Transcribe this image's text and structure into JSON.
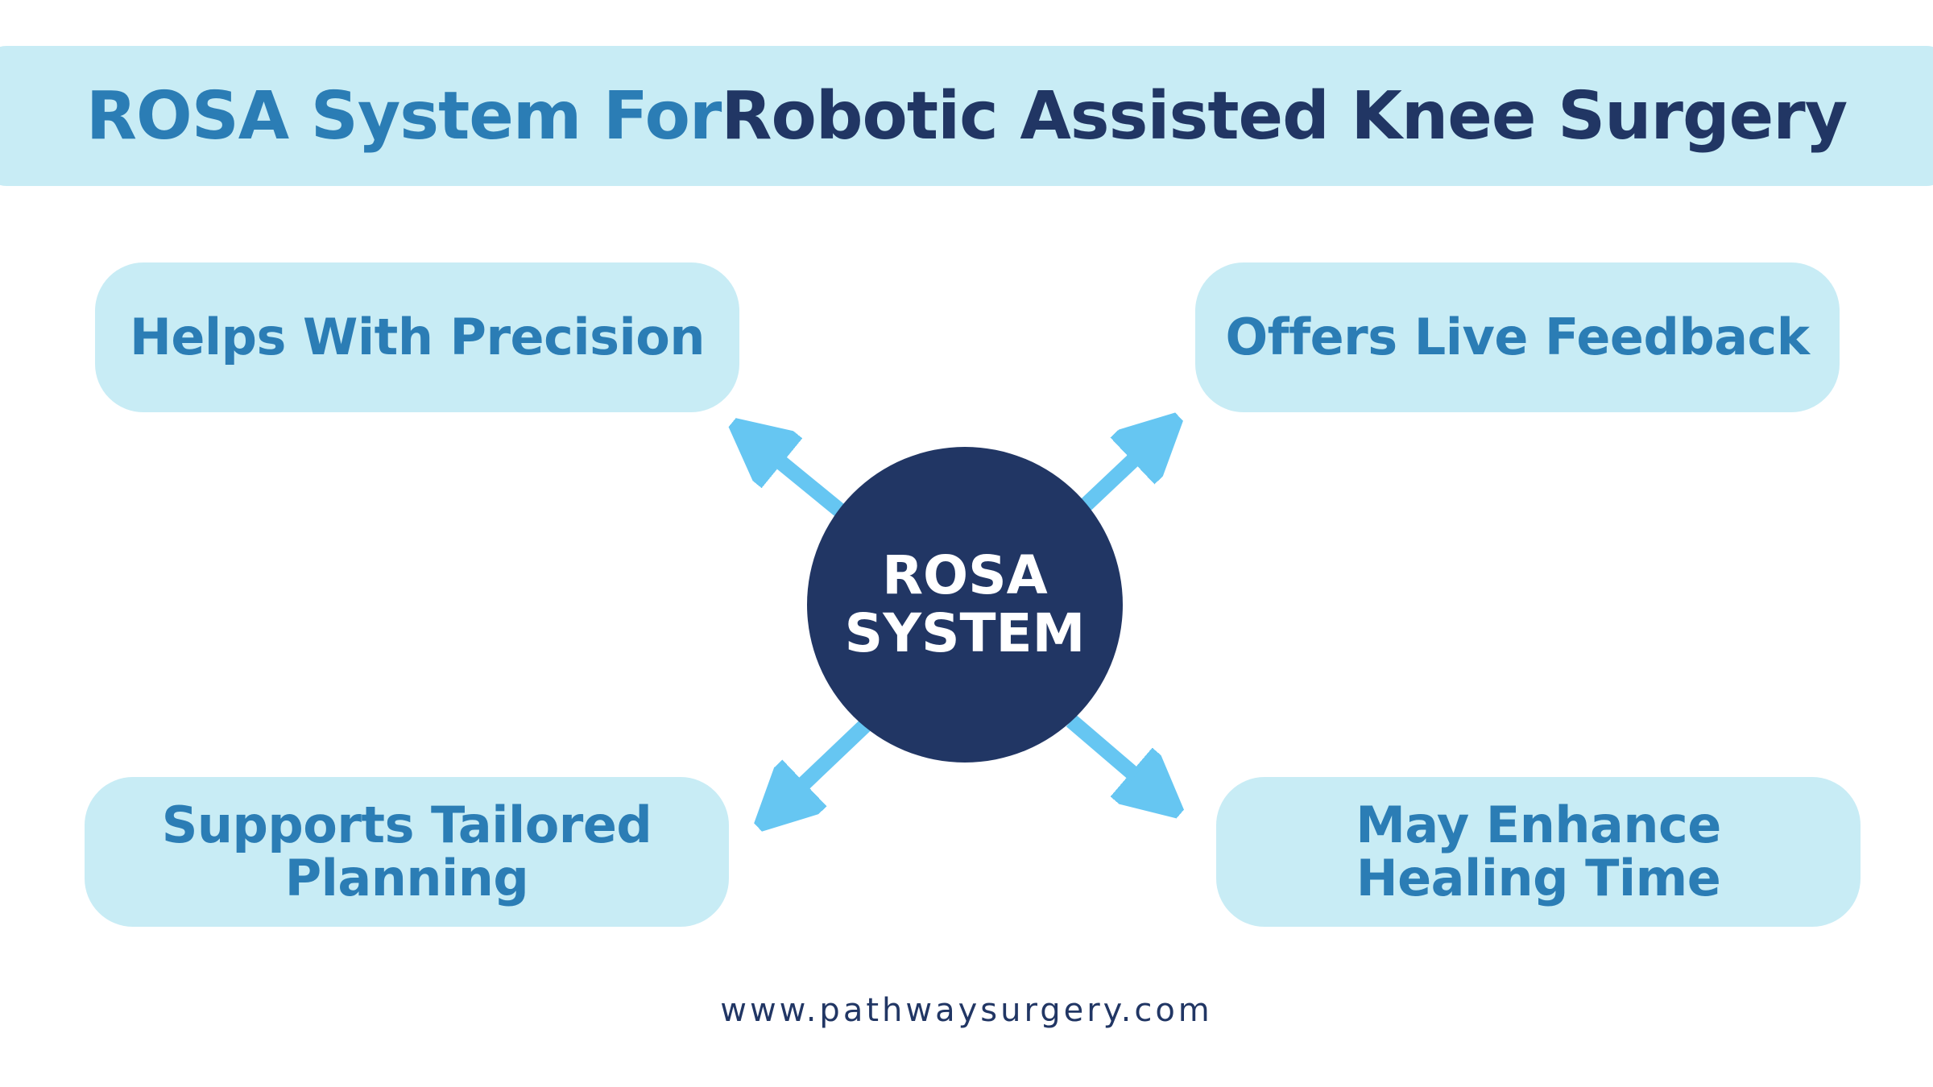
{
  "title": {
    "part1": "ROSA System For ",
    "part2": "Robotic Assisted Knee Surgery"
  },
  "center": {
    "line1": "ROSA",
    "line2": "SYSTEM"
  },
  "boxes": {
    "top_left": "Helps With Precision",
    "top_right": "Offers Live Feedback",
    "bottom_left": "Supports Tailored\nPlanning",
    "bottom_right": "May Enhance\nHealing Time"
  },
  "footer": {
    "url": "www.pathwaysurgery.com"
  },
  "colors": {
    "light_blue_fill": "#c8ecf5",
    "mid_blue_text": "#2b7db5",
    "navy": "#213664",
    "arrow_blue": "#66c6f2"
  }
}
